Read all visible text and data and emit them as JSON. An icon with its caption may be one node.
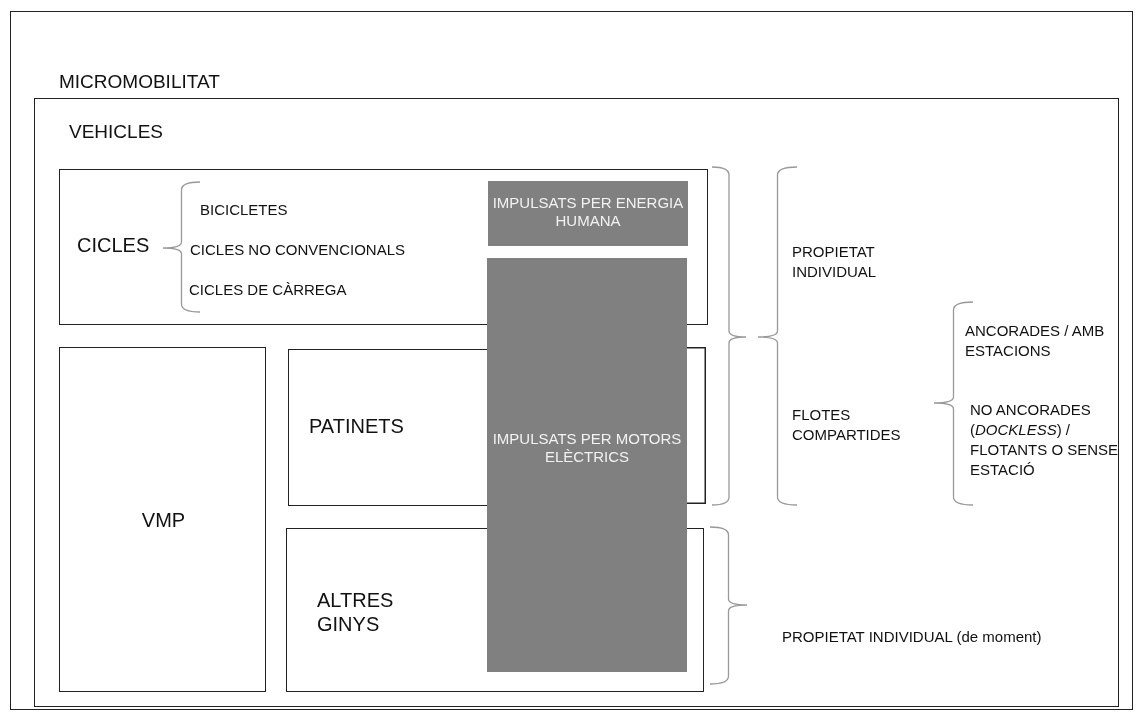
{
  "diagram": {
    "nodes": [
      {
        "text": [
          "MICROMOBILITAT"
        ]
      },
      {
        "text": [
          "VEHICLES"
        ],
        "in": 0
      },
      {
        "text": [
          "CICLES",
          "BICICLETES",
          "CICLES NO CONVENCIONALS",
          "CICLES DE CÀRREGA"
        ],
        "in": 1
      },
      {
        "text": [
          "IMPULSATS PER ENERGIA HUMANA"
        ],
        "in": 2
      },
      {
        "text": [
          "VMP"
        ],
        "in": 1
      },
      {
        "text": [
          "PATINETS"
        ],
        "in": 1
      },
      {
        "text": [
          "ALTRES GINYS"
        ],
        "in": 1
      },
      {
        "text": [
          "IMPULSATS PER MOTORS ELÈCTRICS"
        ],
        "in": 1
      }
    ],
    "labels": [
      "PROPIETAT INDIVIDUAL",
      "ANCORADES / AMB ESTACIONS",
      "FLOTES COMPARTIDES",
      "NO ANCORADES (*DOCKLESS*) / FLOTANTS O SENSE ESTACIÓ",
      "PROPIETAT INDIVIDUAL (de moment)"
    ]
  }
}
